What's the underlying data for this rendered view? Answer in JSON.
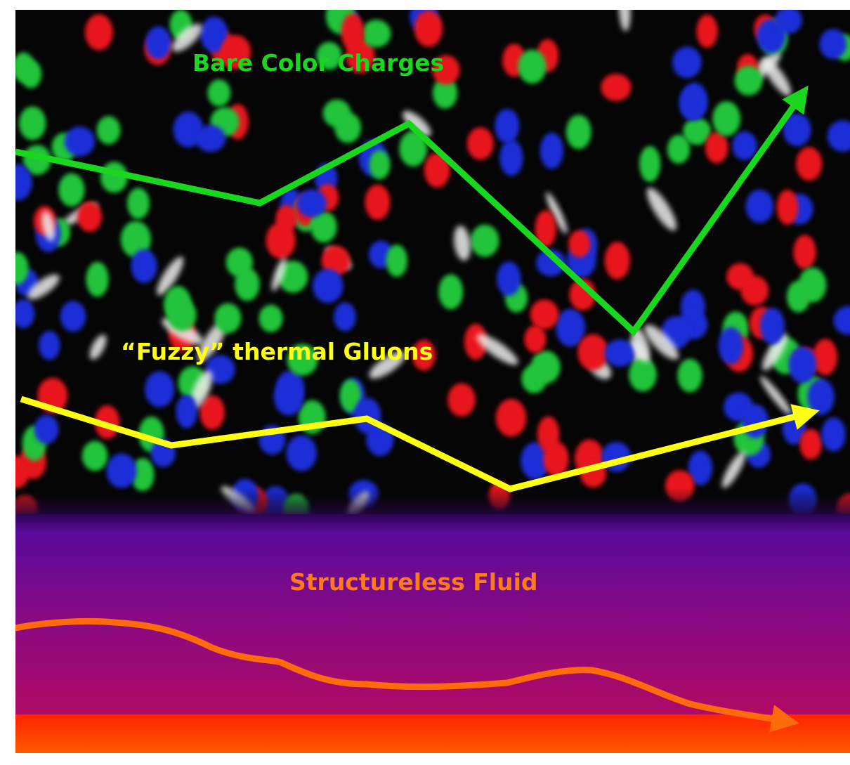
{
  "labels": {
    "bare_color_charges": "Bare Color Charges",
    "fuzzy_thermal_gluons": "“Fuzzy” thermal Gluons",
    "structureless_fluid": "Structureless Fluid"
  },
  "colors": {
    "green_path": "#19d61e",
    "yellow_path": "#ffff14",
    "orange_path": "#ff6a0a",
    "fluid_top": "#5a0a9a",
    "fluid_bottom": "#b00a64",
    "fluid_edge": "#ff2200",
    "background": "#050505",
    "particle_red": "#e8121c",
    "particle_green": "#22c43a",
    "particle_blue": "#1f2fd8",
    "particle_white": "#eeeeee"
  },
  "particle_colors": [
    "red",
    "green",
    "blue",
    "white"
  ]
}
